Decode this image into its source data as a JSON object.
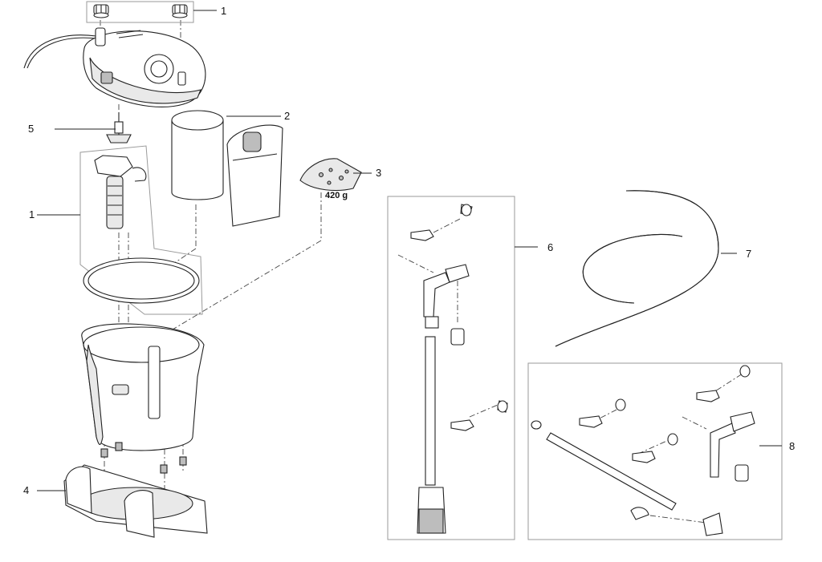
{
  "callouts": [
    {
      "id": "1",
      "text": "1"
    },
    {
      "id": "2",
      "text": "2"
    },
    {
      "id": "3",
      "text": "3"
    },
    {
      "id": "1b",
      "text": "1"
    },
    {
      "id": "4",
      "text": "4"
    },
    {
      "id": "5",
      "text": "5"
    },
    {
      "id": "6",
      "text": "6"
    },
    {
      "id": "7",
      "text": "7"
    },
    {
      "id": "8",
      "text": "8"
    }
  ],
  "filter_media_weight": "420 g",
  "colors": {
    "line": "#222222",
    "box_border": "#9a9a9a",
    "shade": "#e9e9e9",
    "dark": "#bdbdbd"
  }
}
